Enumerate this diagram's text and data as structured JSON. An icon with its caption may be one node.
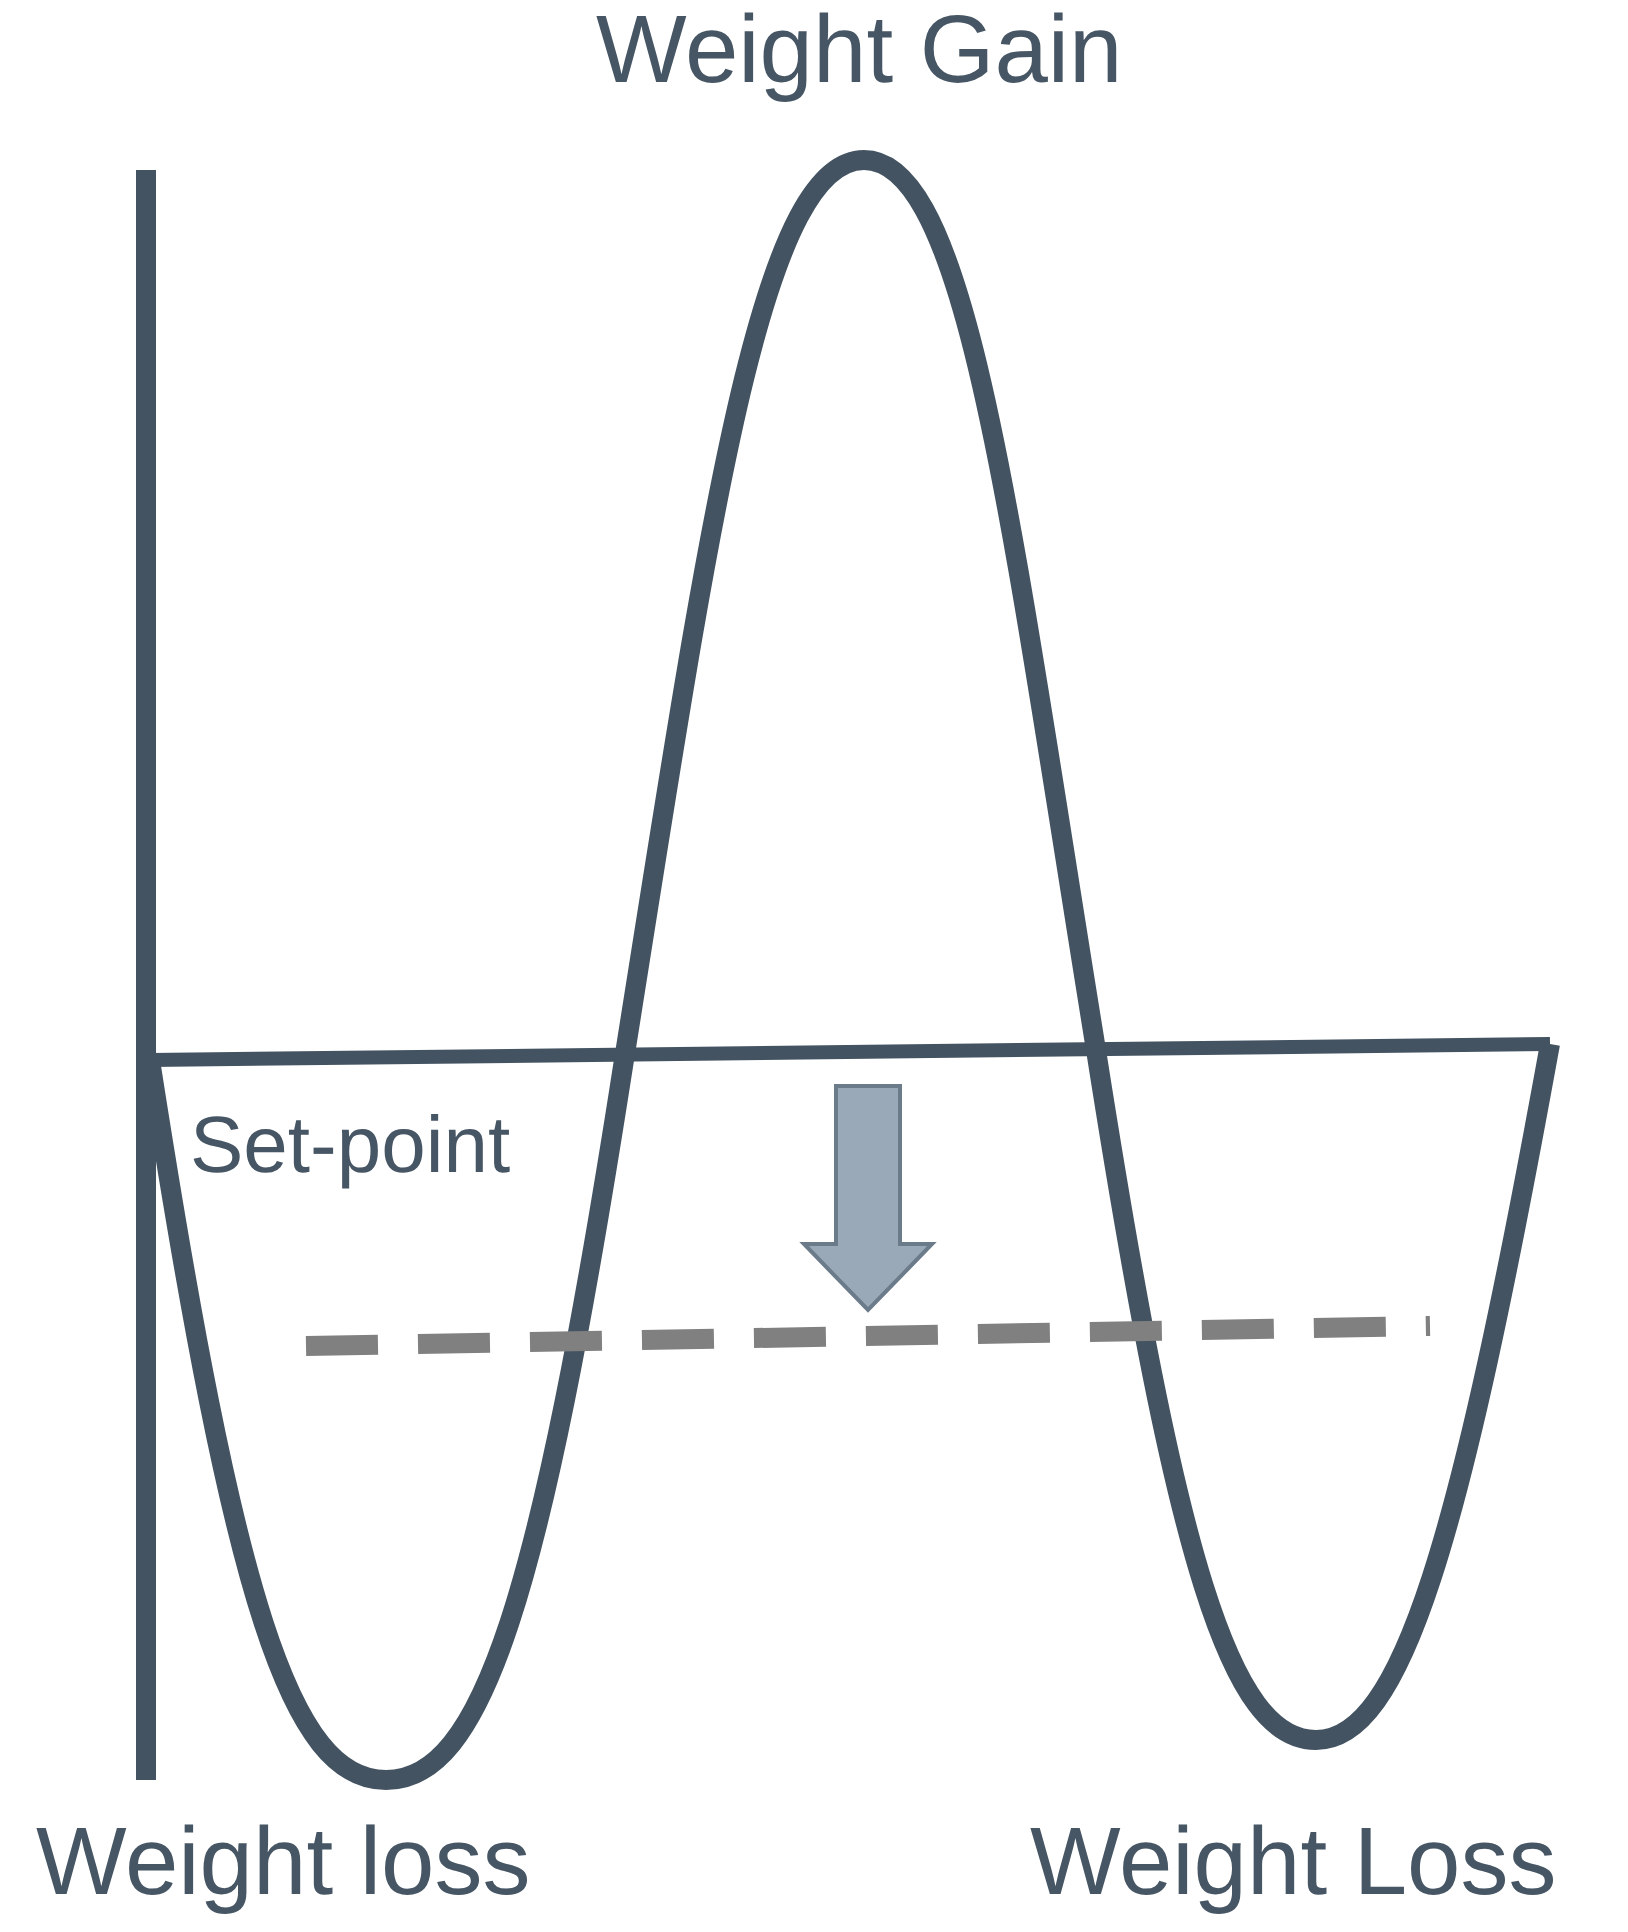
{
  "diagram": {
    "labels": [
      "Weight Gain",
      "Set-point",
      "Weight loss",
      "Weight Loss"
    ]
  }
}
